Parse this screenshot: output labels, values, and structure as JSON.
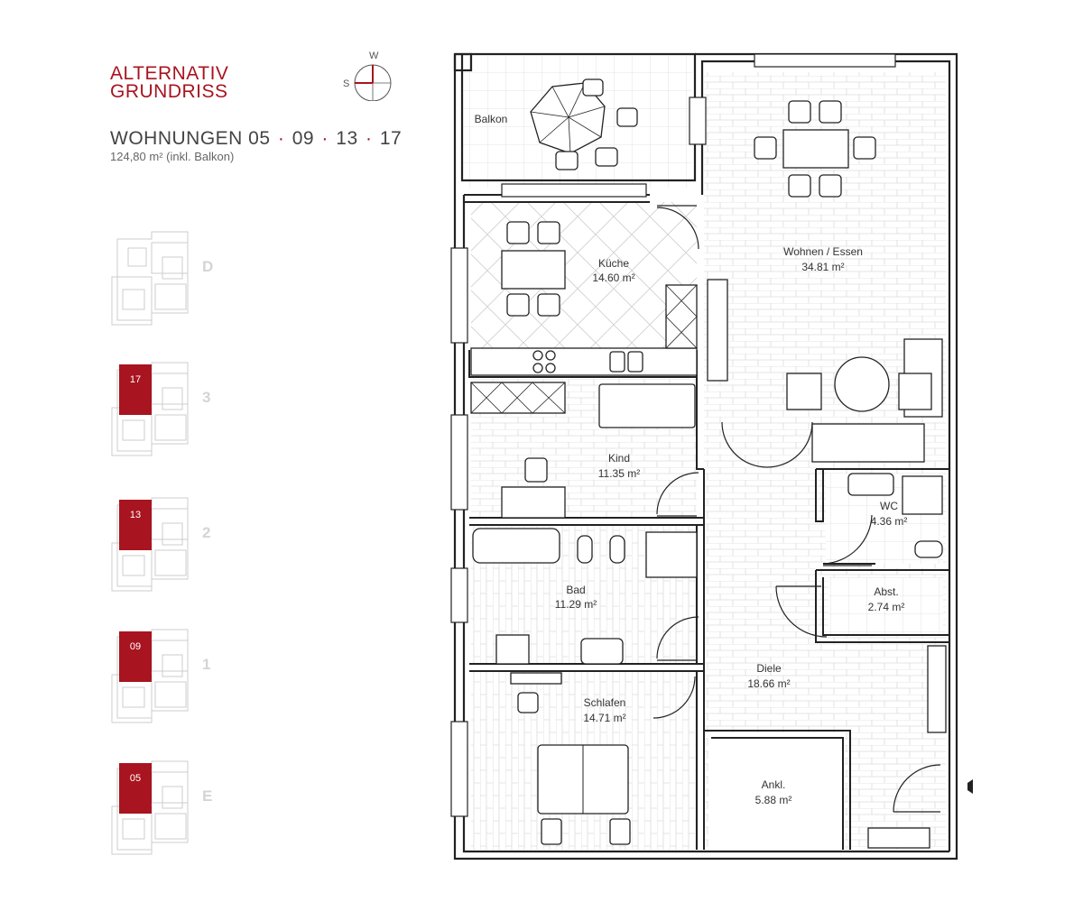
{
  "header": {
    "title_line1": "ALTERNATIV",
    "title_line2": "GRUNDRISS",
    "units": [
      "05",
      "09",
      "13",
      "17"
    ],
    "units_prefix": "WOHNUNGEN",
    "unit_separator": "·",
    "area": "124,80 m² (inkl. Balkon)"
  },
  "compass": {
    "west": "W",
    "south": "S"
  },
  "floors": [
    {
      "level": "D",
      "unit": "",
      "highlighted": false
    },
    {
      "level": "3",
      "unit": "17",
      "highlighted": true
    },
    {
      "level": "2",
      "unit": "13",
      "highlighted": true
    },
    {
      "level": "1",
      "unit": "09",
      "highlighted": true
    },
    {
      "level": "E",
      "unit": "05",
      "highlighted": true
    }
  ],
  "rooms": {
    "balkon": {
      "name": "Balkon",
      "area": ""
    },
    "kueche": {
      "name": "Küche",
      "area": "14.60 m²"
    },
    "wohnen": {
      "name": "Wohnen / Essen",
      "area": "34.81 m²"
    },
    "kind": {
      "name": "Kind",
      "area": "11.35 m²"
    },
    "wc": {
      "name": "WC",
      "area": "4.36 m²"
    },
    "bad": {
      "name": "Bad",
      "area": "11.29 m²"
    },
    "abst": {
      "name": "Abst.",
      "area": "2.74 m²"
    },
    "diele": {
      "name": "Diele",
      "area": "18.66 m²"
    },
    "schlafen": {
      "name": "Schlafen",
      "area": "14.71 m²"
    },
    "ankl": {
      "name": "Ankl.",
      "area": "5.88 m²"
    }
  },
  "colors": {
    "accent": "#a8141f",
    "wall": "#222222",
    "tile": "#dddddd",
    "ghost": "#cccccc"
  }
}
